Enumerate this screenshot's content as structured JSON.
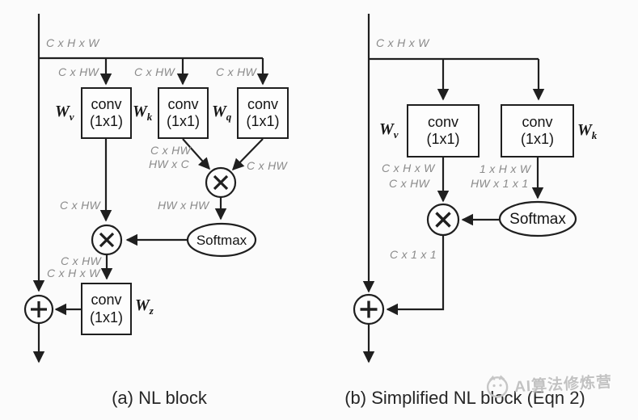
{
  "panel_a": {
    "caption": "(a) NL block",
    "input_dim": "C x H x W",
    "branch_dims": [
      "C x HW",
      "C x HW",
      "C x HW"
    ],
    "convs": [
      {
        "line1": "conv",
        "line2": "(1x1)",
        "weight": "W",
        "weight_sub": "v"
      },
      {
        "line1": "conv",
        "line2": "(1x1)",
        "weight": "W",
        "weight_sub": "k"
      },
      {
        "line1": "conv",
        "line2": "(1x1)",
        "weight": "W",
        "weight_sub": "q"
      }
    ],
    "attn_left_dims": [
      "C x HW",
      "HW x C"
    ],
    "attn_right_dim": "C x HW",
    "softmax_in_dim": "HW x HW",
    "value_dim": "C x HW",
    "softmax_label": "Softmax",
    "out_dims": [
      "C x HW",
      "C x H x W"
    ],
    "out_conv": {
      "line1": "conv",
      "line2": "(1x1)",
      "weight": "W",
      "weight_sub": "z"
    }
  },
  "panel_b": {
    "caption": "(b) Simplified NL block (Eqn 2)",
    "input_dim": "C x H x W",
    "convs": [
      {
        "line1": "conv",
        "line2": "(1x1)",
        "weight": "W",
        "weight_sub": "v"
      },
      {
        "line1": "conv",
        "line2": "(1x1)",
        "weight": "W",
        "weight_sub": "k"
      }
    ],
    "value_dims": [
      "C x H x W",
      "C x HW"
    ],
    "key_dims": [
      "1 x H x W",
      "HW x 1 x 1"
    ],
    "softmax_label": "Softmax",
    "out_dim": "C x 1 x 1"
  },
  "watermark": {
    "text": "AI算法修炼营"
  },
  "colors": {
    "line": "#1f1f1f",
    "dim_label": "#8a8a8a",
    "background": "#fbfbfb",
    "watermark": "#c2c2c2"
  }
}
